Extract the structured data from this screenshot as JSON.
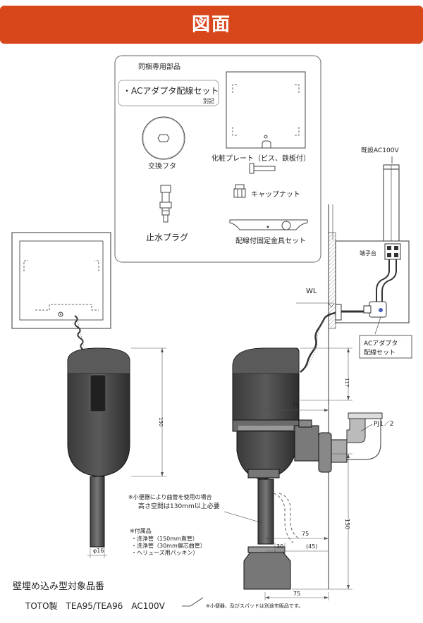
{
  "header": {
    "title": "図面"
  },
  "parts_box": {
    "title": "同梱専用部品",
    "ac_adapter_set": "・ACアダプタ配線セット",
    "separate_note": "別記",
    "exchange_lid": "交換フタ",
    "stop_plug": "止水プラグ",
    "decorative_plate": "化粧プレート（ビス、鉄板付）",
    "cap_nut": "キャップナット",
    "wiring_bracket": "配線付固定金具セット"
  },
  "side_view": {
    "existing_ac": "既設AC100V",
    "terminal_block": "端子台",
    "wl": "WL",
    "ac_adapter_callout": [
      "ACアダプタ",
      "配線セット"
    ],
    "pj": "PJ1／2"
  },
  "dimensions": {
    "d150_front": "150",
    "d117": "117",
    "d75_top": "75",
    "d150_side": "150",
    "d75_bottom": "75",
    "d30": "30",
    "d45": "(45)",
    "d75_base": "75",
    "phi16": "φ16"
  },
  "notes": {
    "bend_note_1": "※小便器により曲管を使用の場合",
    "bend_note_2": "高さ空間は130mm以上必要",
    "accessories_title": "※付属品",
    "accessories": [
      "・洗浄管（150mm直管）",
      "・洗浄管（30mm偏芯曲管）",
      "・ヘリューズ用パッキン）"
    ],
    "footnote": "※小便器、及びスパッドは別途市販品です。"
  },
  "footer": {
    "title": "壁埋め込み型対象品番",
    "model": "TOTO製　TEA95/TEA96　AC100V"
  }
}
